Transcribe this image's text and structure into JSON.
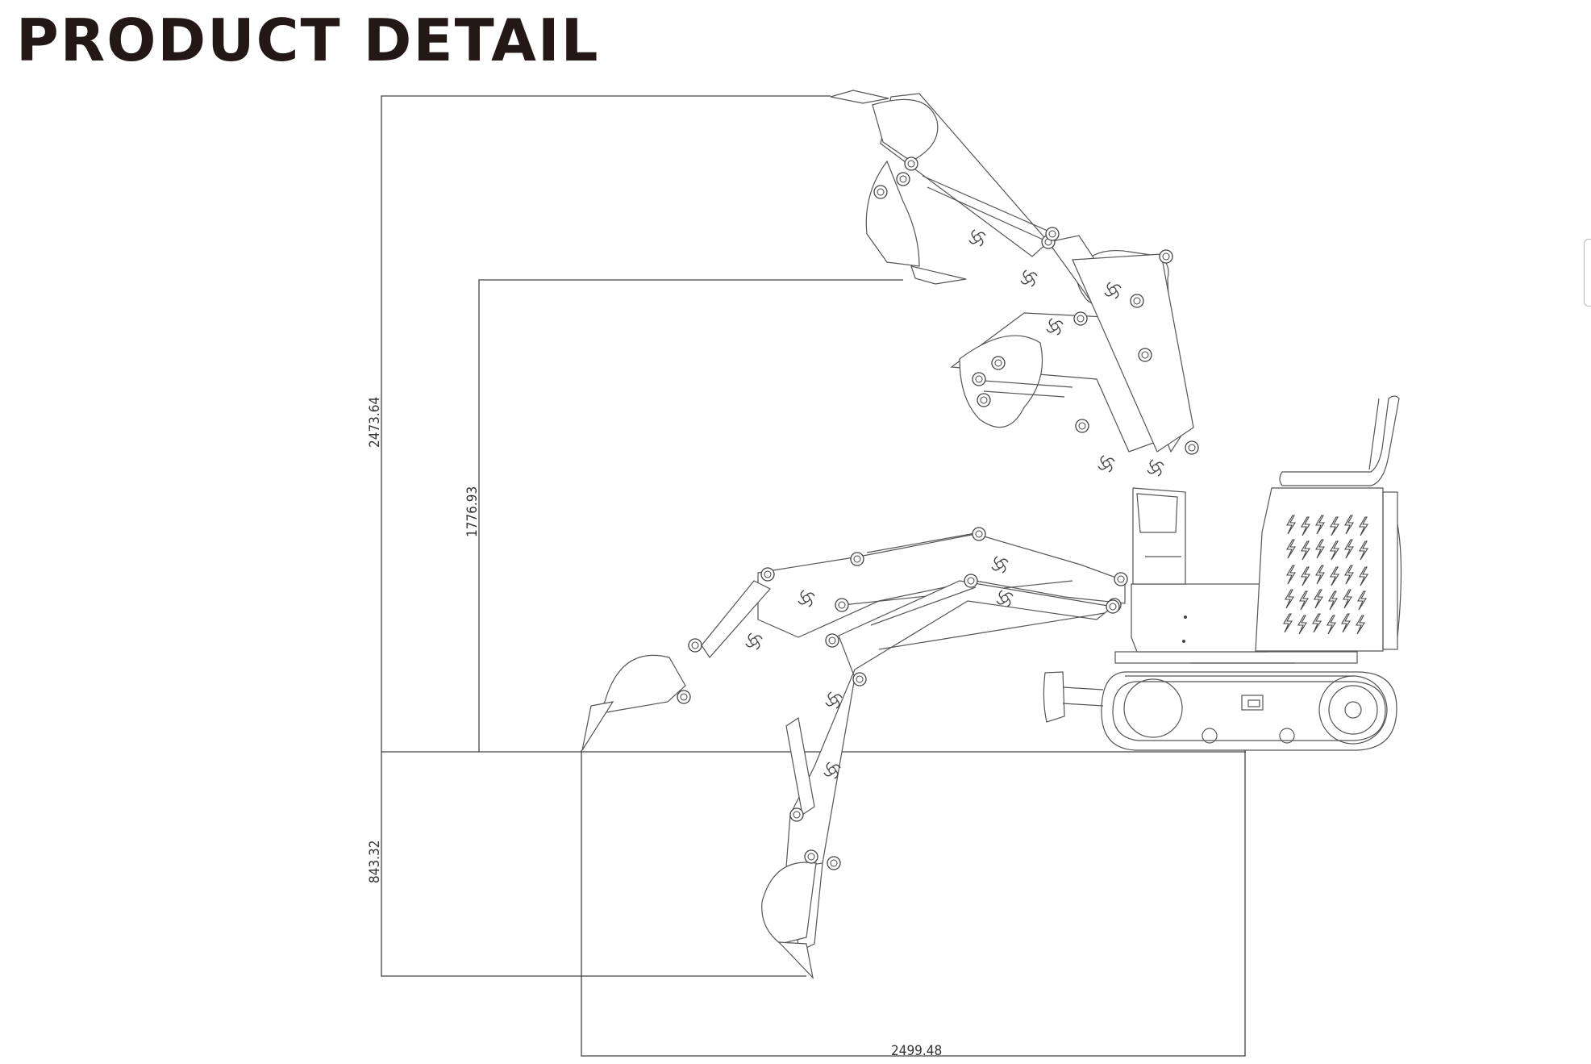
{
  "header": {
    "title": "PRODUCT DETAIL"
  },
  "dimensions": {
    "max_digging_height": "2473.64",
    "max_dumping_height": "1776.93",
    "max_digging_depth": "843.32",
    "max_digging_reach": "2499.48"
  }
}
